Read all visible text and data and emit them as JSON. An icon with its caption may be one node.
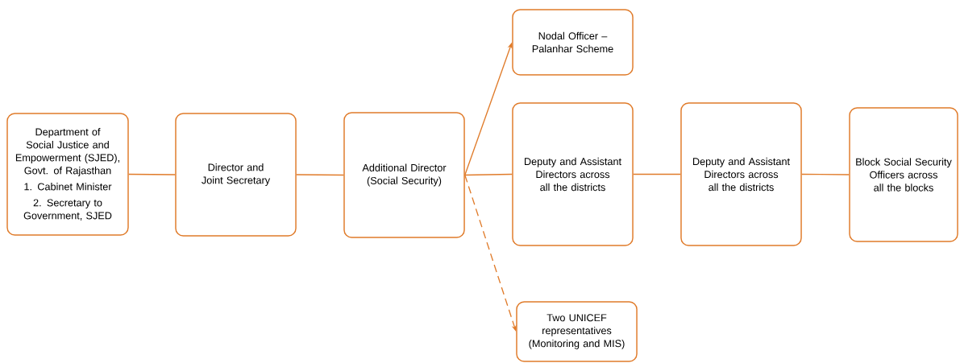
{
  "diagram": {
    "nodes": [
      {
        "text": [
          "Department of Social Justice and Empowerment (SJED), Govt. of Rajasthan",
          "1. Cabinet Minister",
          "2. Secretary to Government, SJED"
        ]
      },
      {
        "text": [
          "Director and Joint Secretary"
        ]
      },
      {
        "text": [
          "Additional Director (Social Security)"
        ]
      },
      {
        "text": [
          "Nodal Officer – Palanhar Scheme"
        ]
      },
      {
        "text": [
          "Deputy and Assistant Directors across all the districts"
        ]
      },
      {
        "text": [
          "Deputy and Assistant Directors across all the districts"
        ]
      },
      {
        "text": [
          "Block Social Security Officers across all the blocks"
        ]
      },
      {
        "text": [
          "Two UNICEF representatives (Monitoring and MIS)"
        ]
      }
    ],
    "edges": [
      {
        "from": 0,
        "to": 1,
        "arrow": "none"
      },
      {
        "from": 1,
        "to": 2,
        "arrow": "none"
      },
      {
        "from": 2,
        "to": 3,
        "arrow": "to"
      },
      {
        "from": 2,
        "to": 4,
        "arrow": "none"
      },
      {
        "from": 4,
        "to": 5,
        "arrow": "none"
      },
      {
        "from": 5,
        "to": 6,
        "arrow": "none"
      },
      {
        "from": 2,
        "to": 7,
        "arrow": "to",
        "style": "dashed"
      }
    ]
  }
}
